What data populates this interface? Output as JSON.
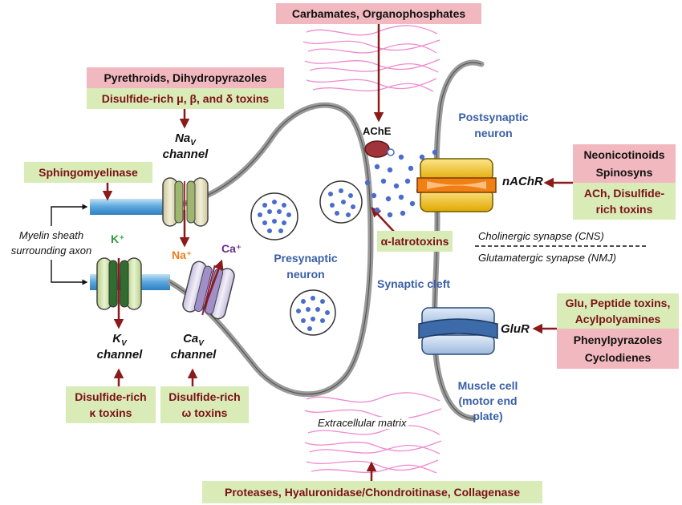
{
  "boxes": {
    "carbamates": "Carbamates, Organophosphates",
    "pyrethroids": "Pyrethroids, Dihydropyrazoles",
    "disulfide_mbd": "Disulfide-rich μ, β, and δ toxins",
    "sphingomyelinase": "Sphingomyelinase",
    "neonicotinoids": "Neonicotinoids",
    "spinosyns": "Spinosyns",
    "ach_line1": "ACh, Disulfide-",
    "ach_line2": "rich toxins",
    "latrotoxins": "α-latrotoxins",
    "glu_line1": "Glu, Peptide toxins,",
    "glu_line2": "Acylpolyamines",
    "phenyl_line1": "Phenylpyrazoles",
    "phenyl_line2": "Cyclodienes",
    "kappa_line1": "Disulfide-rich",
    "kappa_line2": "κ toxins",
    "omega_line1": "Disulfide-rich",
    "omega_line2": "ω toxins",
    "proteases": "Proteases, Hyaluronidase/Chondroitinase, Collagenase"
  },
  "labels": {
    "nav_name": "Na",
    "nav_sub": "V",
    "nav_word": "channel",
    "kv_name": "K",
    "kv_sub": "V",
    "kv_word": "channel",
    "cav_name": "Ca",
    "cav_sub": "V",
    "cav_word": "channel",
    "na_ion": "Na⁺",
    "k_ion": "K⁺",
    "ca_ion": "Ca⁺",
    "myelin_line1": "Myelin sheath",
    "myelin_line2": "surrounding axon",
    "presynaptic_line1": "Presynaptic",
    "presynaptic_line2": "neuron",
    "postsynaptic_line1": "Postsynaptic",
    "postsynaptic_line2": "neuron",
    "ache": "AChE",
    "nachr": "nAChR",
    "glur": "GluR",
    "synaptic_cleft": "Synaptic cleft",
    "cholinergic": "Cholinergic synapse (CNS)",
    "glutamatergic": "Glutamatergic synapse (NMJ)",
    "muscle_line1": "Muscle cell",
    "muscle_line2": "(motor end",
    "muscle_line3": "plate)",
    "extracellular": "Extracellular matrix"
  },
  "colors": {
    "pink_box": "#f2b8bf",
    "green_box": "#d9ebb7",
    "arrow": "#8b1a1a",
    "label_blue": "#3a5fa6",
    "vesicle_dot": "#4a6ccc",
    "matrix_line": "#f08ad0",
    "nachr_yellow": "#f5c400",
    "nachr_orange": "#f07f14",
    "glur_blue": "#3d6aa8",
    "channel_green": "#cde0a4",
    "cav_lilac": "#dcd4ec"
  }
}
